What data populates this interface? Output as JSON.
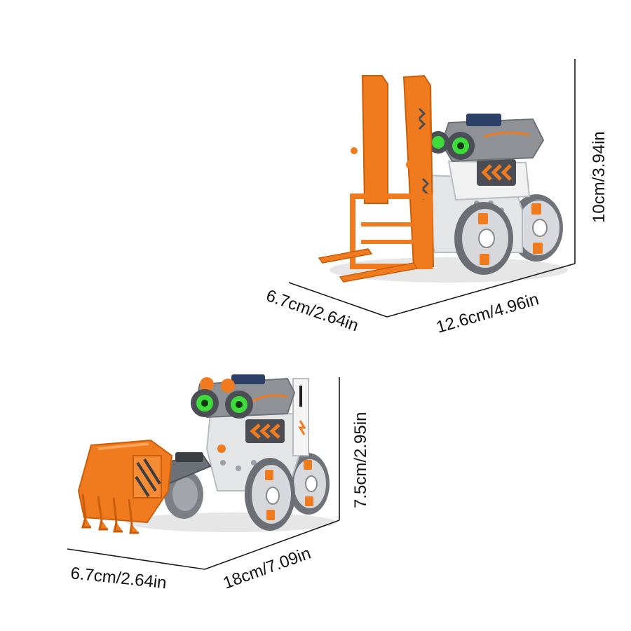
{
  "products": [
    {
      "name": "",
      "dimensions": {
        "height": "10cm/3.94in",
        "length": "12.6cm/4.96in",
        "width": "6.7cm/2.64in"
      }
    },
    {
      "name": "",
      "dimensions": {
        "height": "7.5cm/2.95in",
        "length": "18cm/7.09in",
        "width": "6.7cm/2.64in"
      }
    }
  ],
  "colors": {
    "orange": "#f07a1e",
    "orange_dark": "#c95d0a",
    "gray": "#8e9297",
    "gray_dark": "#5c6066",
    "white_body": "#e9eaec",
    "eye_green": "#3ddc3a",
    "dim_line": "#1a1a1a"
  }
}
